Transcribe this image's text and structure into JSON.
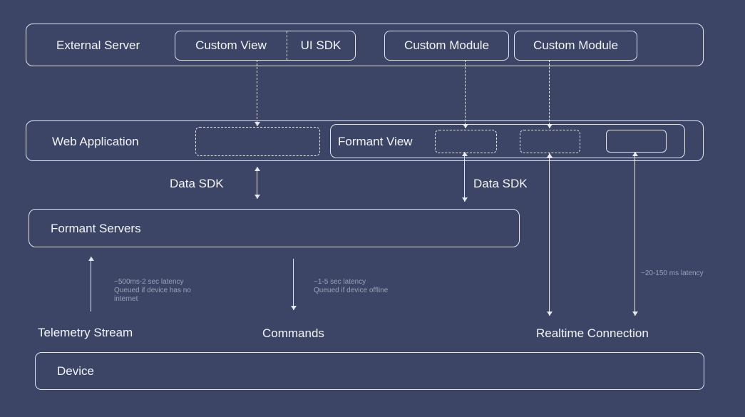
{
  "colors": {
    "background": "#3d4566",
    "line": "#f0f3f9",
    "text": "#f2f4f9",
    "muted_text": "#99a1b8"
  },
  "external_server": {
    "label": "External Server",
    "custom_view_label": "Custom View",
    "ui_sdk_label": "UI SDK",
    "custom_module_1_label": "Custom Module",
    "custom_module_2_label": "Custom Module"
  },
  "web_application": {
    "label": "Web Application",
    "formant_view_label": "Formant View"
  },
  "sdk": {
    "data_sdk_left": "Data SDK",
    "data_sdk_right": "Data SDK"
  },
  "formant_servers": {
    "label": "Formant Servers"
  },
  "device": {
    "label": "Device"
  },
  "connections": {
    "telemetry_label": "Telemetry Stream",
    "commands_label": "Commands",
    "realtime_label": "Realtime Connection",
    "telemetry_latency_note": "~500ms-2 sec latency\nQueued if device has no\ninternet",
    "commands_latency_note": "~1-5 sec latency\nQueued if device offline",
    "realtime_latency_note": "~20-150 ms latency"
  }
}
